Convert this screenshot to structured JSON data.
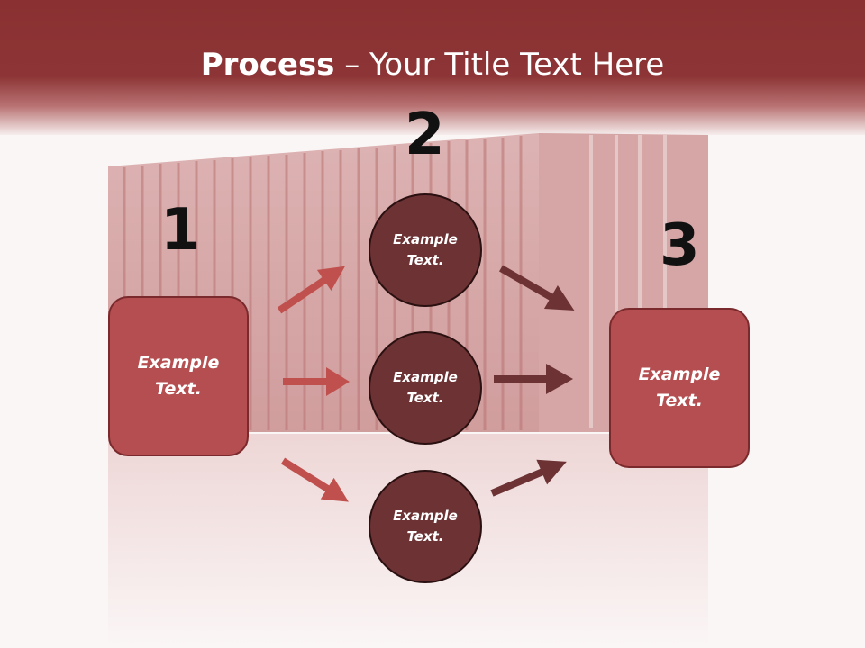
{
  "slide": {
    "title_bold": "Process",
    "title_rest": " – Your Title Text Here"
  },
  "steps": {
    "step1_number": "1",
    "step2_number": "2",
    "step3_number": "3"
  },
  "boxes": {
    "left": {
      "line1": "Example",
      "line2": "Text."
    },
    "right": {
      "line1": "Example",
      "line2": "Text."
    }
  },
  "circles": [
    {
      "line1": "Example",
      "line2": "Text."
    },
    {
      "line1": "Example",
      "line2": "Text."
    },
    {
      "line1": "Example",
      "line2": "Text."
    }
  ],
  "colors": {
    "header": "#8a3032",
    "box_fill": "#b44e50",
    "circle_fill": "#6c3234",
    "arrow_light": "#c0504d",
    "arrow_dark": "#6c3234"
  }
}
